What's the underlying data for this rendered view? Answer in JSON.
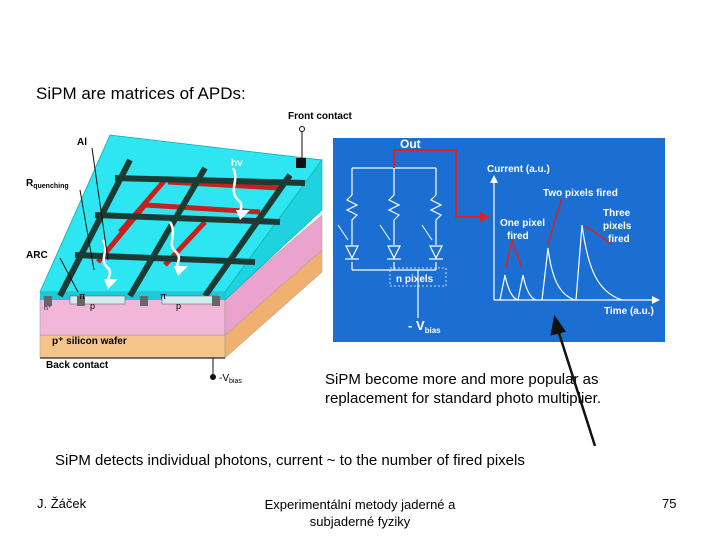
{
  "slide": {
    "title": "SiPM are matrices of APDs:",
    "caption_line1": "SiPM become more and more popular as",
    "caption_line2": "replacement for standard photo multiplier.",
    "subtitle": "SiPM detects individual photons, current ~ to the number of fired pixels"
  },
  "device": {
    "front_contact": "Front contact",
    "al": "Al",
    "r_main": "R",
    "r_sub": "quenching",
    "arc": "ARC",
    "hv": "hv",
    "pi_symbol": "π",
    "n_plus": "n⁺",
    "p_label": "p",
    "wafer": "p⁺ silicon wafer",
    "back_contact": "Back contact",
    "vbias_main": "-V",
    "vbias_sub": "bias"
  },
  "circuit": {
    "out": "Out",
    "n_pixels": "n pixels",
    "vbias_main": "- V",
    "vbias_sub": "bias",
    "current_label": "Current (a.u.)",
    "time_label": "Time (a.u.)",
    "one_pixel_line1": "One pixel",
    "one_pixel_line2": "fired",
    "two_pixels": "Two pixels fired",
    "three_line1": "Three",
    "three_line2": "pixels",
    "three_line3": "fired",
    "panel_color": "#1b6fd3"
  },
  "footer": {
    "author": "J. Žáček",
    "course_line1": "Experimentální metody jaderné a",
    "course_line2": "subjaderné fyziky",
    "page": "75"
  }
}
